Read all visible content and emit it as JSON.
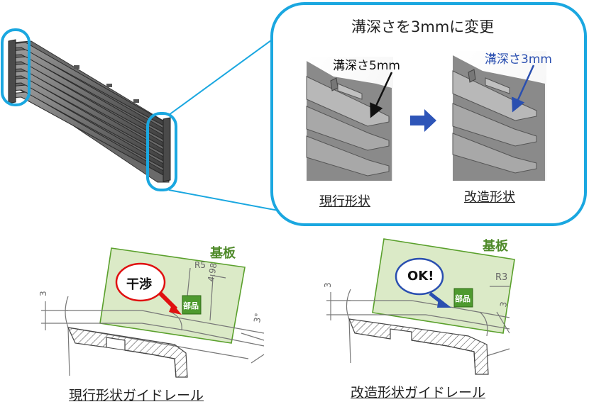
{
  "callout": {
    "title": "溝深さを3mmに変更",
    "current_depth": "溝深さ5mm",
    "modified_depth": "溝深さ3mm",
    "current_caption": "現行形状",
    "modified_caption": "改造形状"
  },
  "bottom_left": {
    "board_label": "基板",
    "bubble_text": "干渉",
    "part_tag": "部品",
    "dim_r": "R5",
    "dim_depth": "4.98",
    "dim_3": "3",
    "dim_3b": "3°",
    "caption": "現行形状ガイドレール"
  },
  "bottom_right": {
    "board_label": "基板",
    "bubble_text": "OK!",
    "part_tag": "部品",
    "dim_r": "R3",
    "dim_3": "3",
    "dim_3b": "3",
    "caption": "改造形状ガイドレール"
  },
  "colors": {
    "callout_border": "#1aa7e0",
    "board_fill": "#cfe3b4",
    "board_stroke": "#5aa02c",
    "board_label": "#4f8a2a",
    "bubble_red": "#e01010",
    "bubble_blue": "#2a4fb0",
    "arrow_blue": "#2e55b8",
    "tag_green": "#4e9a2f"
  }
}
